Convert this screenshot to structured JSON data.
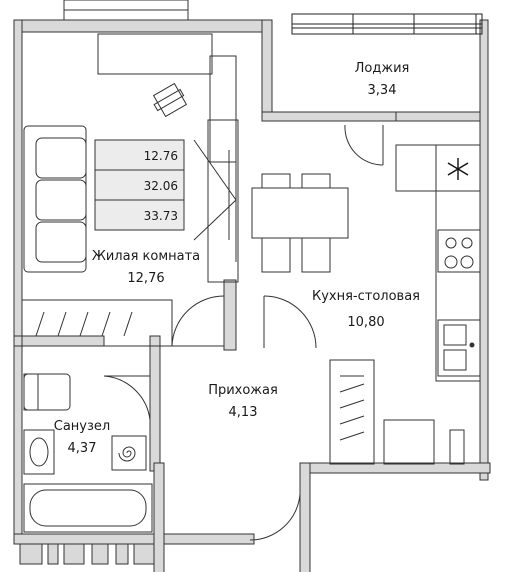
{
  "area_table": {
    "living_area": "12.76",
    "total_area": "32.06",
    "total_with_loggia": "33.73"
  },
  "rooms": {
    "loggia": {
      "name": "Лоджия",
      "area": "3,34"
    },
    "living_room": {
      "name": "Жилая комната",
      "area": "12,76"
    },
    "kitchen": {
      "name": "Кухня-столовая",
      "area": "10,80"
    },
    "hallway": {
      "name": "Прихожая",
      "area": "4,13"
    },
    "bathroom": {
      "name": "Санузел",
      "area": "4,37"
    }
  },
  "icons": {
    "fridge": "snowflake-icon",
    "stove": "stove-icon",
    "sink": "sink-icon",
    "washing_machine": "spiral-icon"
  }
}
